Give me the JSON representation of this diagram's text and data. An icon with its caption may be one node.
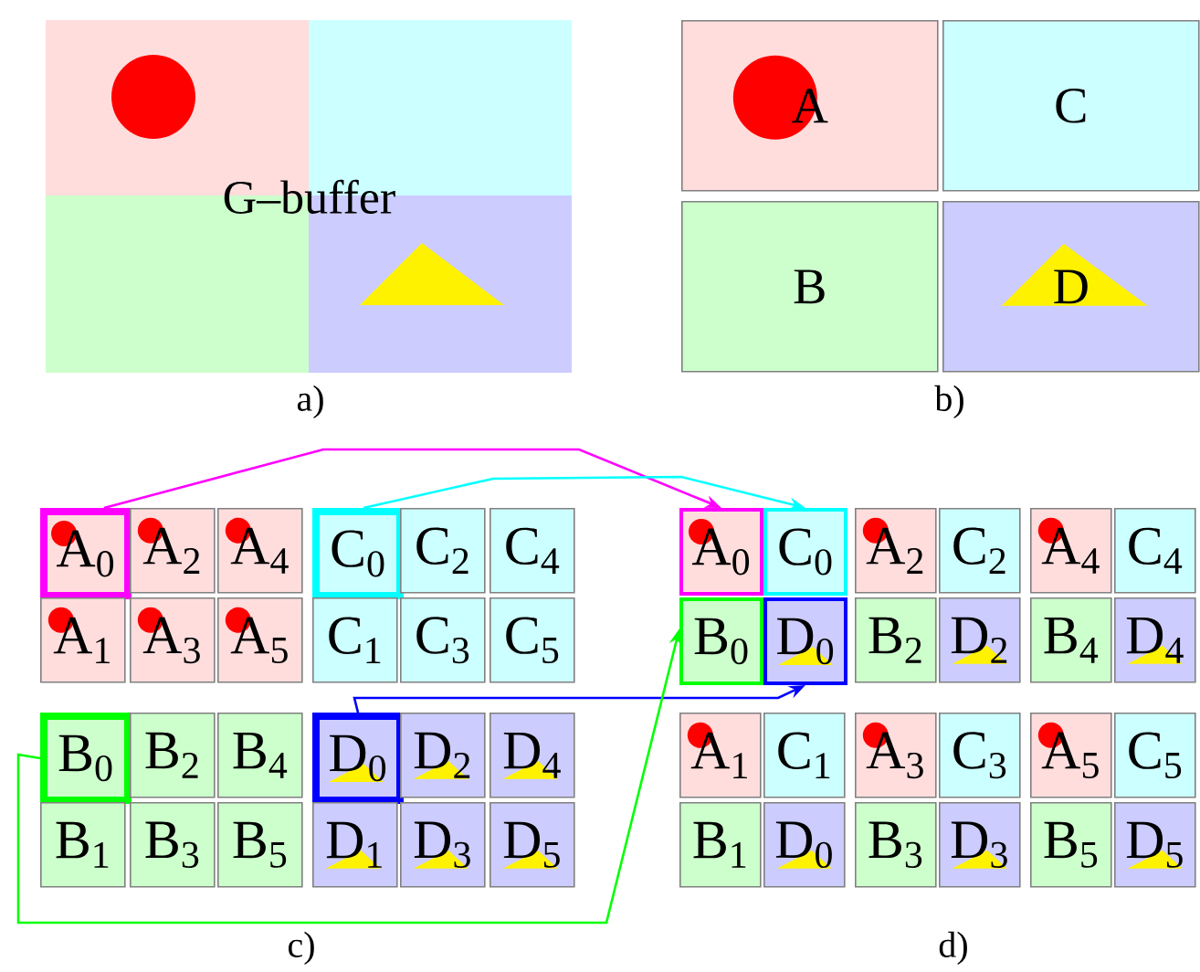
{
  "diagram": {
    "nodes": [
      {
        "text": [
          "G–buffer"
        ]
      },
      {
        "text": [
          "A"
        ]
      },
      {
        "text": [
          "C"
        ]
      },
      {
        "text": [
          "B"
        ]
      },
      {
        "text": [
          "D"
        ]
      },
      {
        "text": [
          "A$_{0}$"
        ]
      },
      {
        "text": [
          "A$_{2}$"
        ]
      },
      {
        "text": [
          "A$_{4}$"
        ]
      },
      {
        "text": [
          "C$_{0}$"
        ]
      },
      {
        "text": [
          "C$_{2}$"
        ]
      },
      {
        "text": [
          "C$_{4}$"
        ]
      },
      {
        "text": [
          "A$_{1}$"
        ]
      },
      {
        "text": [
          "A$_{3}$"
        ]
      },
      {
        "text": [
          "A$_{5}$"
        ]
      },
      {
        "text": [
          "C$_{1}$"
        ]
      },
      {
        "text": [
          "C$_{3}$"
        ]
      },
      {
        "text": [
          "C$_{5}$"
        ]
      },
      {
        "text": [
          "B$_{0}$"
        ]
      },
      {
        "text": [
          "B$_{2}$"
        ]
      },
      {
        "text": [
          "B$_{4}$"
        ]
      },
      {
        "text": [
          "D$_{0}$"
        ]
      },
      {
        "text": [
          "D$_{2}$"
        ]
      },
      {
        "text": [
          "D$_{4}$"
        ]
      },
      {
        "text": [
          "B$_{1}$"
        ]
      },
      {
        "text": [
          "B$_{3}$"
        ]
      },
      {
        "text": [
          "B$_{5}$"
        ]
      },
      {
        "text": [
          "D$_{1}$"
        ]
      },
      {
        "text": [
          "D$_{3}$"
        ]
      },
      {
        "text": [
          "D$_{5}$"
        ]
      },
      {
        "text": [
          "A$_{0}$"
        ]
      },
      {
        "text": [
          "C$_{0}$"
        ]
      },
      {
        "text": [
          "A$_{2}$"
        ]
      },
      {
        "text": [
          "C$_{2}$"
        ]
      },
      {
        "text": [
          "A$_{4}$"
        ]
      },
      {
        "text": [
          "C$_{4}$"
        ]
      },
      {
        "text": [
          "B$_{0}$"
        ]
      },
      {
        "text": [
          "D$_{0}$"
        ]
      },
      {
        "text": [
          "B$_{2}$"
        ]
      },
      {
        "text": [
          "D$_{2}$"
        ]
      },
      {
        "text": [
          "B$_{4}$"
        ]
      },
      {
        "text": [
          "D$_{4}$"
        ]
      },
      {
        "text": [
          "A$_{1}$"
        ]
      },
      {
        "text": [
          "C$_{1}$"
        ]
      },
      {
        "text": [
          "A$_{3}$"
        ]
      },
      {
        "text": [
          "C$_{3}$"
        ]
      },
      {
        "text": [
          "A$_{5}$"
        ]
      },
      {
        "text": [
          "C$_{5}$"
        ]
      },
      {
        "text": [
          "B$_{1}$"
        ]
      },
      {
        "text": [
          "D$_{0}$"
        ]
      },
      {
        "text": [
          "B$_{3}$"
        ]
      },
      {
        "text": [
          "D$_{3}$"
        ]
      },
      {
        "text": [
          "B$_{5}$"
        ]
      },
      {
        "text": [
          "D$_{5}$"
        ]
      }
    ],
    "edges": [
      {
        "from": 5,
        "to": 29,
        "arrow": "to",
        "color": "#ff00ff"
      },
      {
        "from": 8,
        "to": 30,
        "arrow": "to",
        "color": "#00ffff"
      },
      {
        "from": 20,
        "to": 36,
        "arrow": "to",
        "color": "#0000ff"
      },
      {
        "from": 17,
        "to": 35,
        "arrow": "to",
        "color": "#00ff00"
      }
    ],
    "labels": [
      "a)",
      "b)",
      "c)",
      "d)"
    ]
  }
}
